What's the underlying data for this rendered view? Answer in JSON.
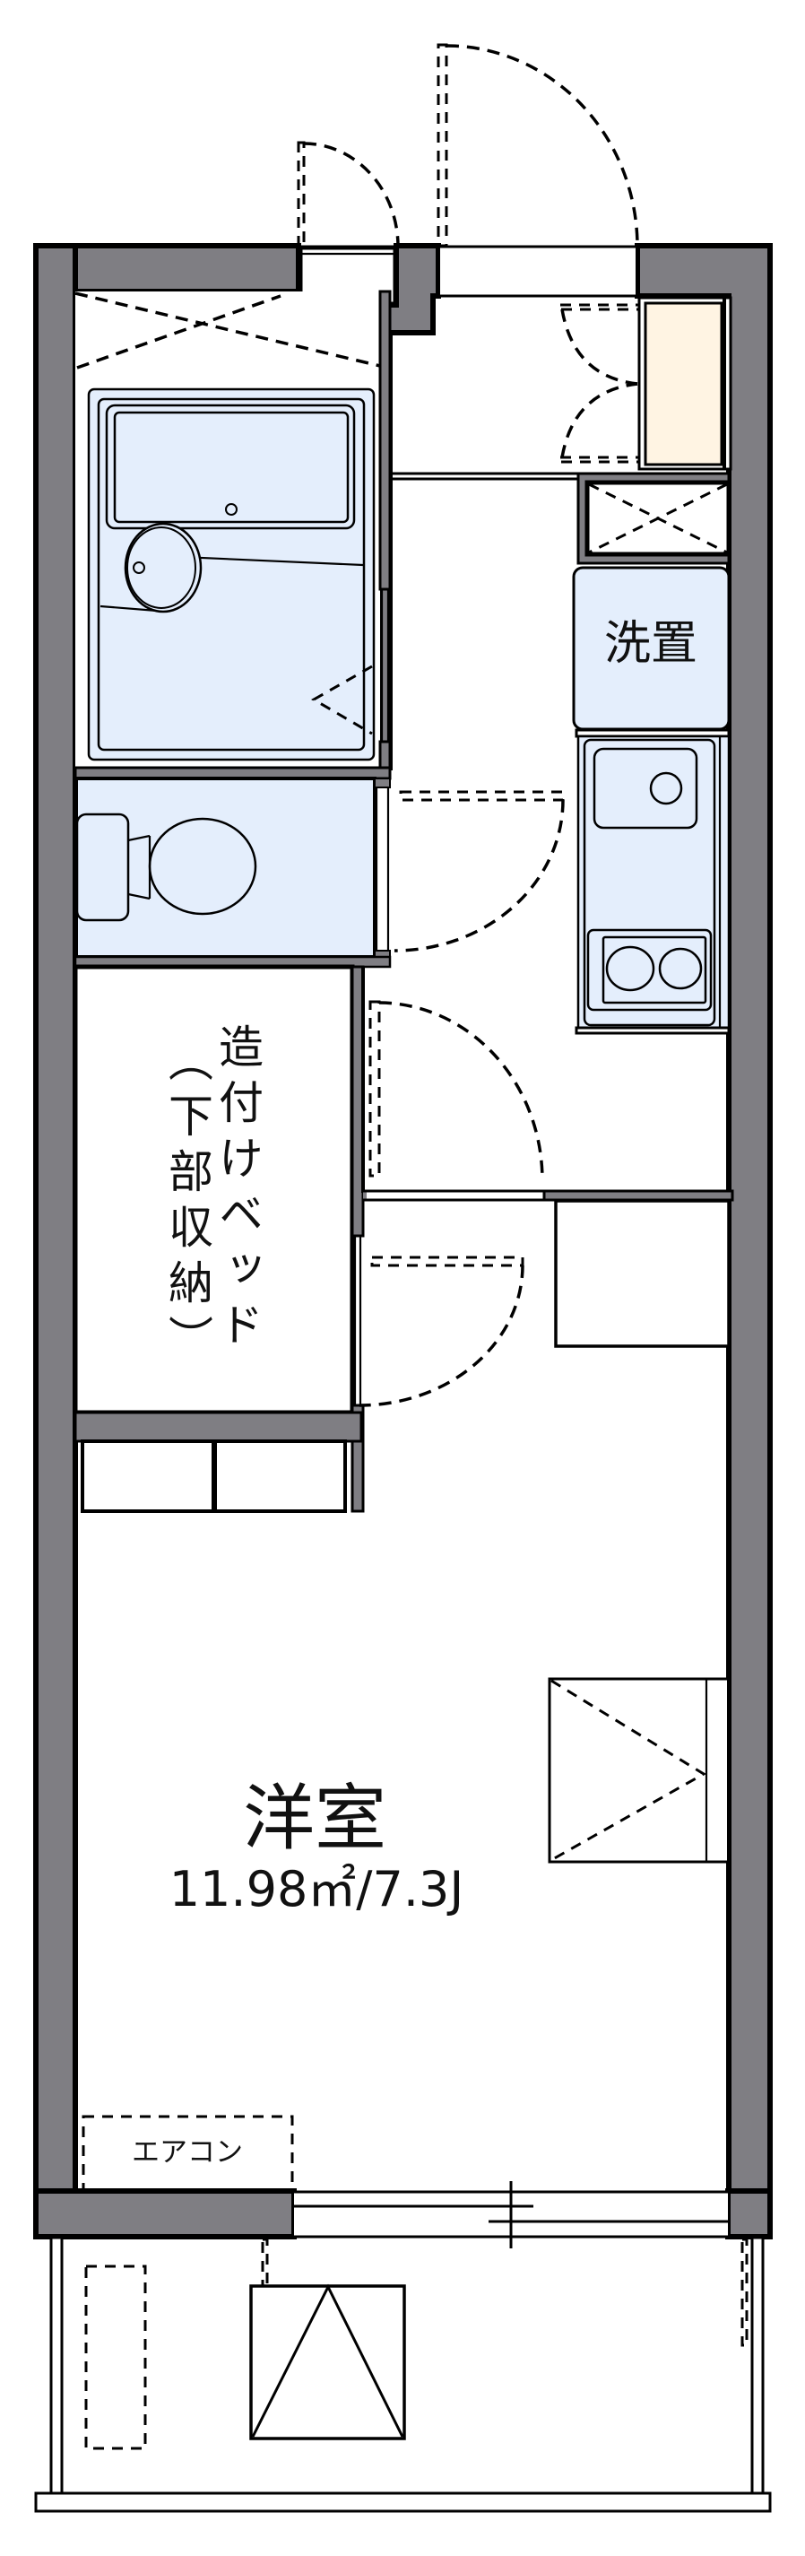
{
  "floorplan": {
    "type": "1K apartment floor plan",
    "colors": {
      "wall": "#7f7e83",
      "wet_area": "#e4eefc",
      "shoe_cabinet": "#fff4e3",
      "line": "#000000",
      "background": "#ffffff"
    },
    "rooms": {
      "western_room": {
        "label": "洋室",
        "area": "11.98㎡/7.3J"
      },
      "washer_space": {
        "label": "洗置"
      },
      "built_in_bed": {
        "label": "造付けベッド",
        "sub_label": "(下部収納)",
        "sub_label_chars": [
          "︵",
          "下",
          "部",
          "収",
          "納",
          "︶"
        ]
      },
      "air_conditioner": {
        "label": "エアコン"
      }
    },
    "fixtures": [
      "unit-bath",
      "toilet",
      "kitchen-sink",
      "two-burner-stove",
      "washer-space",
      "shoe-cabinet",
      "pipe-shaft",
      "storage-shelves",
      "closet",
      "balcony",
      "outdoor-unit",
      "entrance-door",
      "meter-box-door",
      "sliding-window"
    ]
  }
}
